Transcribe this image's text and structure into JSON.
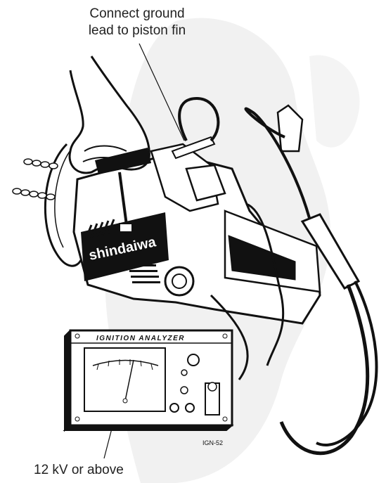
{
  "callouts": {
    "ground_line1": "Connect ground",
    "ground_line2": "lead to piston fin",
    "kv": "12 kV or above"
  },
  "analyzer": {
    "title": "IGNITION ANALYZER"
  },
  "saw": {
    "brand": "shindaiwa"
  },
  "figure_code": "IGN-52",
  "colors": {
    "ink": "#111111",
    "shadow": "#f0f0f0",
    "panel": "#ffffff"
  }
}
